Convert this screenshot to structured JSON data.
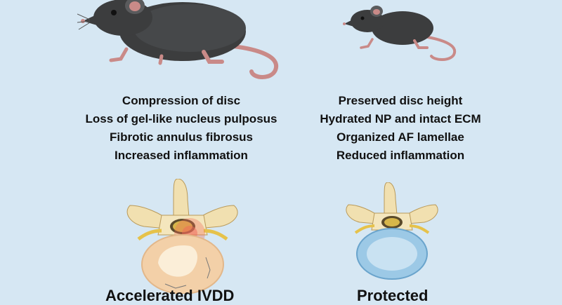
{
  "left": {
    "findings": [
      "Compression of disc",
      "Loss of gel-like nucleus pulposus",
      "Fibrotic annulus fibrosus",
      "Increased inflammation"
    ],
    "bottom_label": "Accelerated IVDD"
  },
  "right": {
    "findings": [
      "Preserved disc height",
      "Hydrated NP and intact ECM",
      "Organized AF lamellae",
      "Reduced inflammation"
    ],
    "bottom_label": "Protected"
  },
  "colors": {
    "background": "#d6e7f3",
    "mouse_body": "#3c3d3e",
    "mouse_tail": "#c98a88",
    "bone": "#f1e0b0",
    "degenerated_disc": "#f3d0a8",
    "healthy_disc": "#9cc9e6",
    "inflammation": "#f06a5a"
  }
}
